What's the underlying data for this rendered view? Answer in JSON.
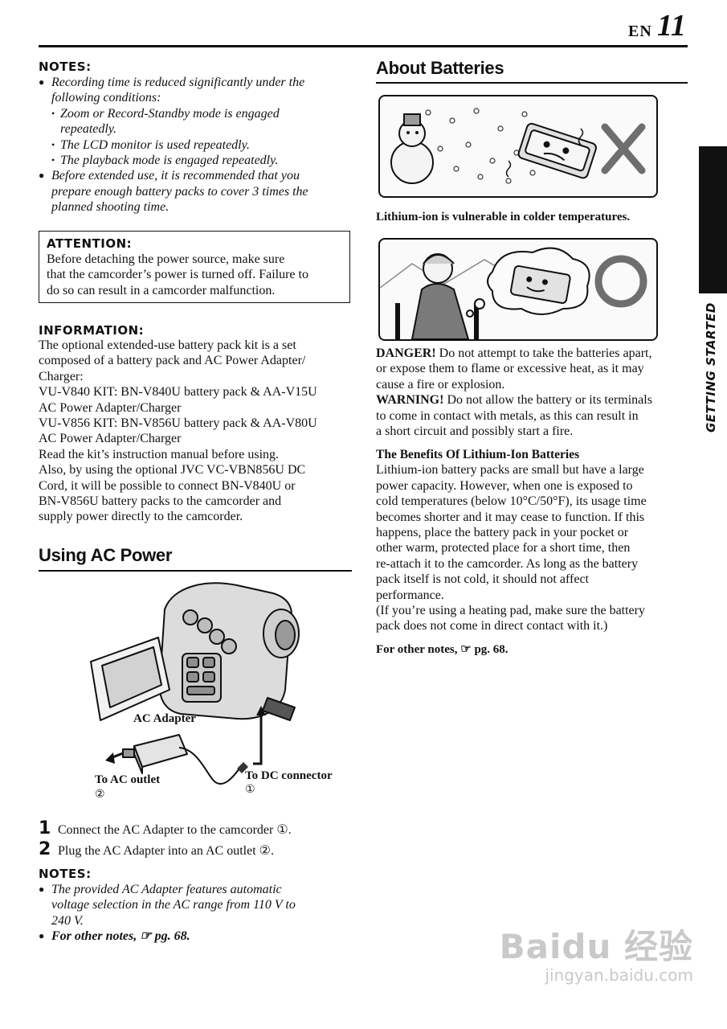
{
  "header": {
    "lang": "EN",
    "page_number": "11"
  },
  "side_tab": {
    "label": "GETTING STARTED"
  },
  "left": {
    "notes1": {
      "heading": "NOTES:",
      "b1_lines": [
        "Recording time is reduced significantly under the",
        "following conditions:"
      ],
      "sub": [
        [
          "Zoom or Record-Standby mode is engaged",
          "repeatedly."
        ],
        [
          "The LCD monitor is used repeatedly."
        ],
        [
          "The playback mode is engaged repeatedly."
        ]
      ],
      "b2_lines": [
        "Before extended use, it is recommended that you",
        "prepare enough battery packs to cover 3 times the",
        "planned shooting time."
      ]
    },
    "attention": {
      "heading": "ATTENTION:",
      "lines": [
        "Before detaching the power source, make sure",
        "that the camcorder’s power is turned off. Failure to",
        "do so can result in a camcorder malfunction."
      ]
    },
    "information": {
      "heading": "INFORMATION:",
      "lines": [
        "The optional extended-use battery pack kit is a set",
        "composed of a battery pack and AC Power Adapter/",
        "Charger:",
        "VU-V840 KIT: BN-V840U battery pack & AA-V15U",
        "AC Power Adapter/Charger",
        "VU-V856 KIT: BN-V856U battery pack & AA-V80U",
        "AC Power Adapter/Charger",
        "Read the kit’s instruction manual before using.",
        "Also, by using the optional JVC VC-VBN856U DC",
        "Cord, it will be possible to connect BN-V840U or",
        "BN-V856U battery packs to the camcorder and",
        "supply power directly to the camcorder."
      ]
    },
    "ac_power": {
      "title": "Using AC Power",
      "label_adapter": "AC Adapter",
      "label_outlet": "To AC outlet",
      "label_outlet_num": "②",
      "label_dc": "To DC connector",
      "label_dc_num": "①",
      "steps": [
        {
          "num": "1",
          "text": "Connect the AC Adapter to the camcorder ①."
        },
        {
          "num": "2",
          "text": "Plug the AC Adapter into an AC outlet ②."
        }
      ]
    },
    "notes2": {
      "heading": "NOTES:",
      "b1_lines": [
        "The provided AC Adapter features automatic",
        "voltage selection in the AC range from 110 V to",
        "240 V."
      ],
      "b2": "For other notes, ☞ pg. 68."
    }
  },
  "right": {
    "batteries": {
      "title": "About Batteries",
      "caption": "Lithium-ion is vulnerable in colder temperatures.",
      "danger_label": "DANGER!",
      "danger_lines": [
        " Do not attempt to take the batteries apart,",
        "or expose them to flame or excessive heat, as it may",
        "cause a fire or explosion."
      ],
      "warning_label": "WARNING!",
      "warning_lines": [
        " Do not allow the battery or its terminals",
        "to come in contact with metals, as this can result in",
        "a short circuit and possibly start a fire."
      ],
      "benefits_title": "The Benefits Of Lithium-Ion Batteries",
      "benefits_lines": [
        "Lithium-ion battery packs are small but have a large",
        "power capacity. However, when one is exposed to",
        "cold temperatures (below 10°C/50°F), its usage time",
        "becomes shorter and it may cease to function. If this",
        "happens, place the battery pack in your pocket or",
        "other warm, protected place for a short time, then",
        "re-attach it to the camcorder. As long as the battery",
        "pack itself is not cold, it should not affect",
        "performance.",
        "(If you’re using a heating pad, make sure the battery",
        "pack does not come in direct contact with it.)"
      ],
      "other_notes": "For other notes, ☞ pg. 68."
    }
  },
  "watermark": {
    "logo": "Baidu 经验",
    "url": "jingyan.baidu.com"
  }
}
